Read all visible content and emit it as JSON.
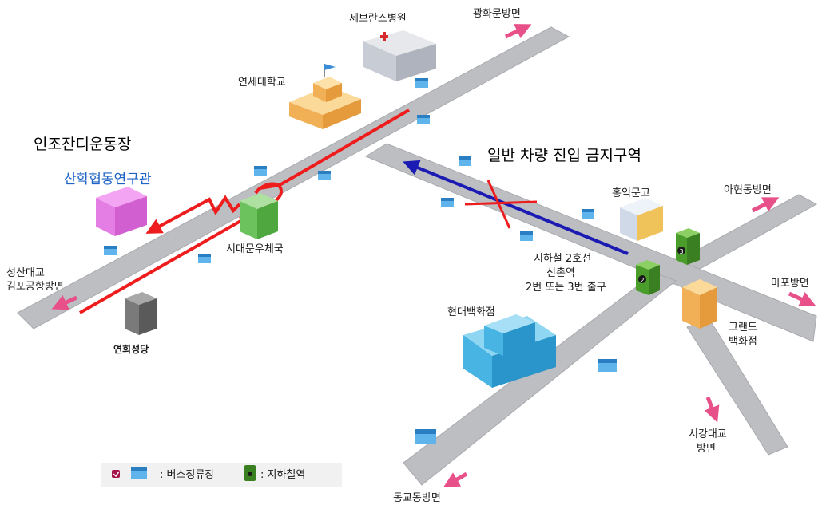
{
  "labels": {
    "severance": "세브란스병원",
    "gwanghwamun": "광화문방면",
    "yonsei": "연세대학교",
    "artificial_turf": "인조잔디운동장",
    "industry_bldg": "산학협동연구관",
    "no_entry": "일반 차량 진입 금지구역",
    "hongik_bookstore": "홍익문고",
    "ahyeon": "아현동방면",
    "post_office": "서대문우체국",
    "subway_line1": "지하철 2호선",
    "subway_line2": "신촌역",
    "subway_line3": "2번 또는 3번 출구",
    "mapo": "마포방면",
    "seongsan1": "성산대교",
    "seongsan2": "김포공항방면",
    "hyundai": "현대백화점",
    "grand1": "그랜드",
    "grand2": "백화점",
    "yeonhui": "연희성당",
    "sogang1": "서강대교",
    "sogang2": "방면",
    "donggyo": "동교동방면"
  },
  "legend": {
    "bus_stop": ": 버스정류장",
    "subway": ": 지하철역"
  },
  "station_exits": [
    "2",
    "3"
  ],
  "colors": {
    "road": "#bdbec2",
    "route_red": "#ee1c1c",
    "route_blue": "#1b1bb3",
    "arrow_pink": "#e8508a",
    "label_blue": "#1e63c6"
  }
}
